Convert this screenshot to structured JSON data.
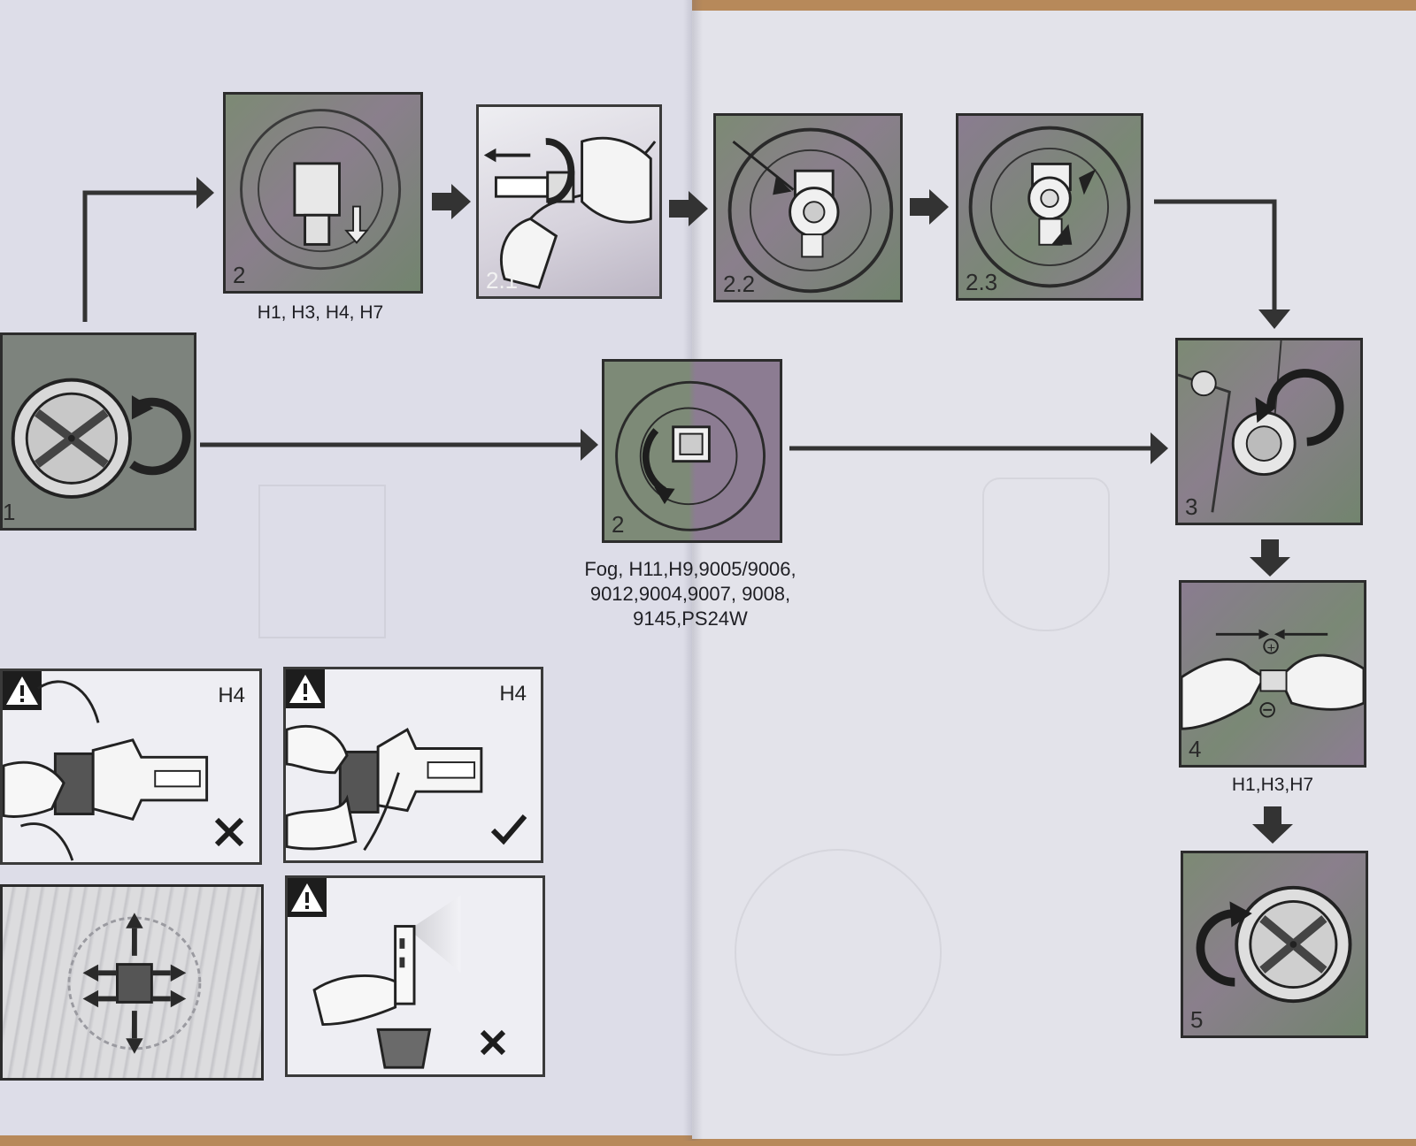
{
  "flow": {
    "step_1": {
      "number": "1"
    },
    "step_2_top": {
      "number": "2",
      "caption": "H1, H3, H4, H7"
    },
    "step_2_1": {
      "number": "2.1"
    },
    "step_2_2": {
      "number": "2.2"
    },
    "step_2_3": {
      "number": "2.3"
    },
    "step_2_mid": {
      "number": "2",
      "caption_lines": [
        "Fog, H11,H9,9005/9006,",
        "9012,9004,9007, 9008,",
        "9145,PS24W"
      ]
    },
    "step_3": {
      "number": "3"
    },
    "step_4": {
      "number": "4",
      "caption": "H1,H3,H7"
    },
    "step_5": {
      "number": "5"
    }
  },
  "warnings": {
    "h4_wrong": {
      "label": "H4",
      "mark": "cross-icon"
    },
    "h4_right": {
      "label": "H4",
      "mark": "check-icon"
    },
    "beam_adjust": {
      "mark": "arrows-icon"
    },
    "touch_led": {
      "mark": "cross-icon"
    }
  },
  "colors": {
    "frame": "#2c2c2c",
    "paper": "#dddde8",
    "arrow": "#333333"
  }
}
